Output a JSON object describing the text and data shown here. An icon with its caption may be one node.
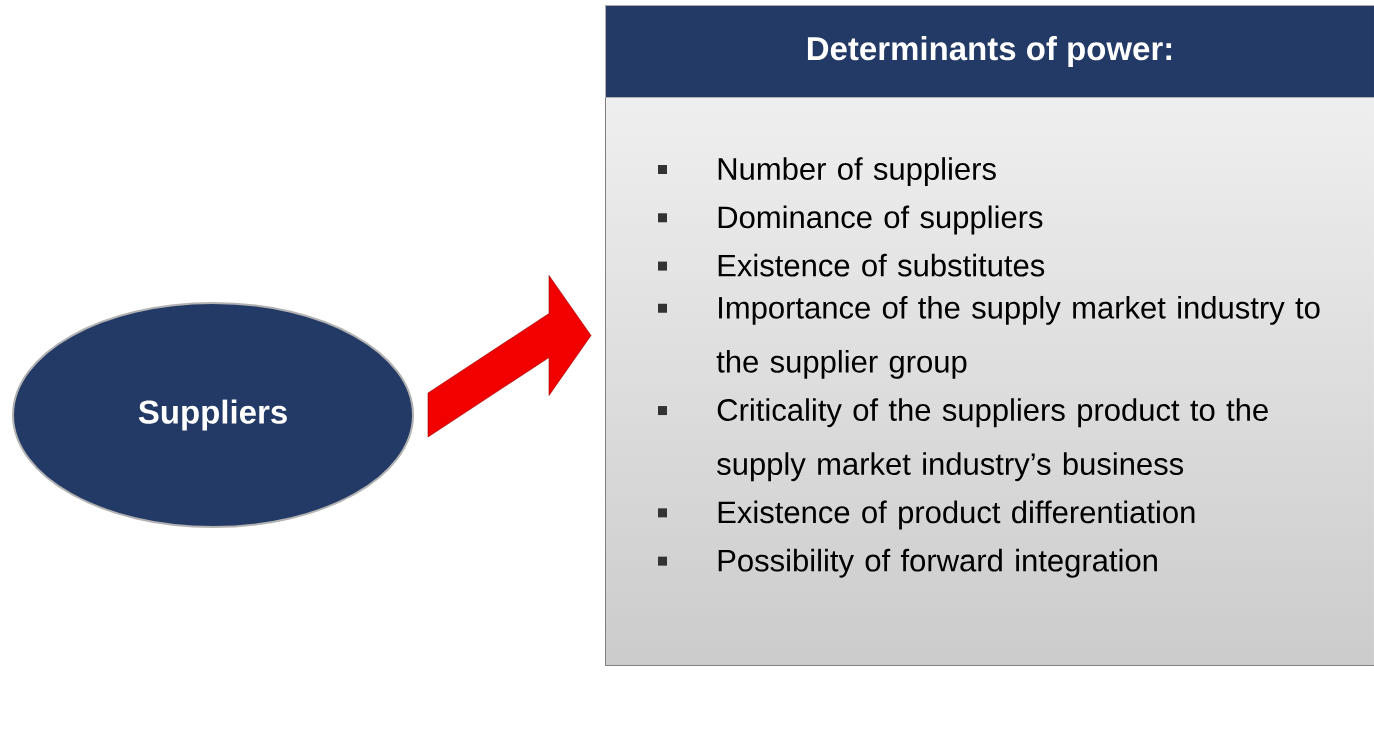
{
  "diagram": {
    "nodes": [
      {
        "text": [
          "Suppliers"
        ]
      },
      {
        "text": [
          "Determinants of power:",
          "Number of suppliers",
          "Dominance of suppliers",
          "Existence of substitutes",
          "Importance of the supply market industry to the supplier group",
          "Criticality of the suppliers product to the supply market industry’s business",
          "Existence of product differentiation",
          "Possibility of forward integration"
        ]
      }
    ],
    "edges": [
      {
        "from": 0,
        "to": 1,
        "arrow": "to"
      }
    ]
  }
}
